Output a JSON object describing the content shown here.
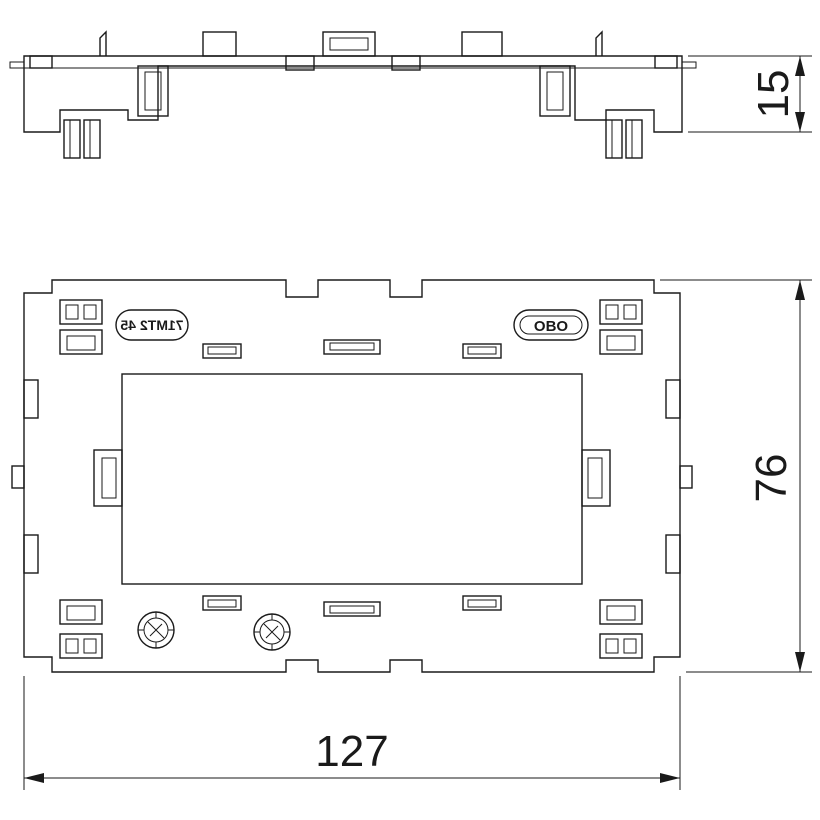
{
  "dimensions": {
    "height_side": "15",
    "height_front": "76",
    "width": "127"
  },
  "markings": {
    "part_code": "71MT2 45",
    "logo": "OBO"
  }
}
